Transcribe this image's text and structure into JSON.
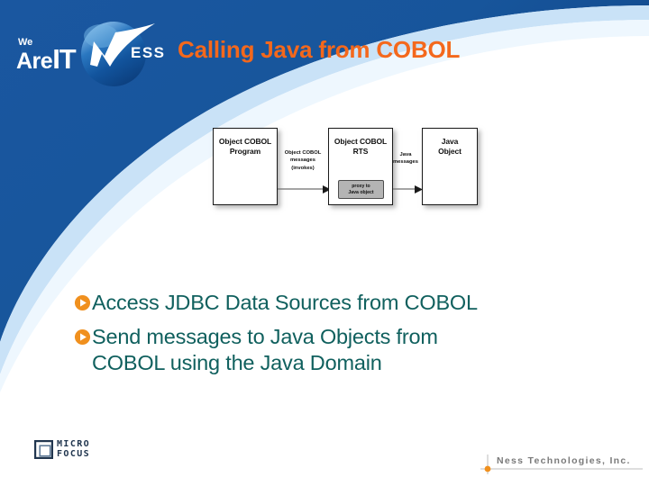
{
  "slide": {
    "title": "Calling Java from COBOL",
    "title_color": "#F4681C",
    "background_color": "#FFFFFF",
    "header_blue": "#17559B",
    "body_text_color": "#10605E"
  },
  "brand": {
    "we": "We",
    "are_it": "Are",
    "it": "IT",
    "ness_mark": "ESS",
    "ball_color": "#1560AE"
  },
  "diagram": {
    "boxes": [
      {
        "id": "program",
        "label": "Object COBOL\nProgram"
      },
      {
        "id": "rts",
        "label": "Object COBOL\nRTS"
      },
      {
        "id": "java",
        "label": "Java\nObject"
      }
    ],
    "box_program_label": "Object COBOL Program",
    "box_rts_label": "Object COBOL RTS",
    "box_java_label": "Java Object",
    "proxy_label": "proxy to Java object",
    "arrow1_label": "Object COBOL messages (invokes)",
    "arrow2_label": "Java messages"
  },
  "bullets": [
    {
      "icon": "play-circle-icon",
      "text": "Access JDBC Data Sources from COBOL"
    },
    {
      "icon": "play-circle-icon",
      "text": "Send messages to Java Objects from COBOL using the Java Domain"
    }
  ],
  "footer": {
    "microfocus_line1": "MICRO",
    "microfocus_line2": "FOCUS",
    "ness_company": "Ness Technologies, Inc.",
    "accent_color": "#F0901E"
  }
}
